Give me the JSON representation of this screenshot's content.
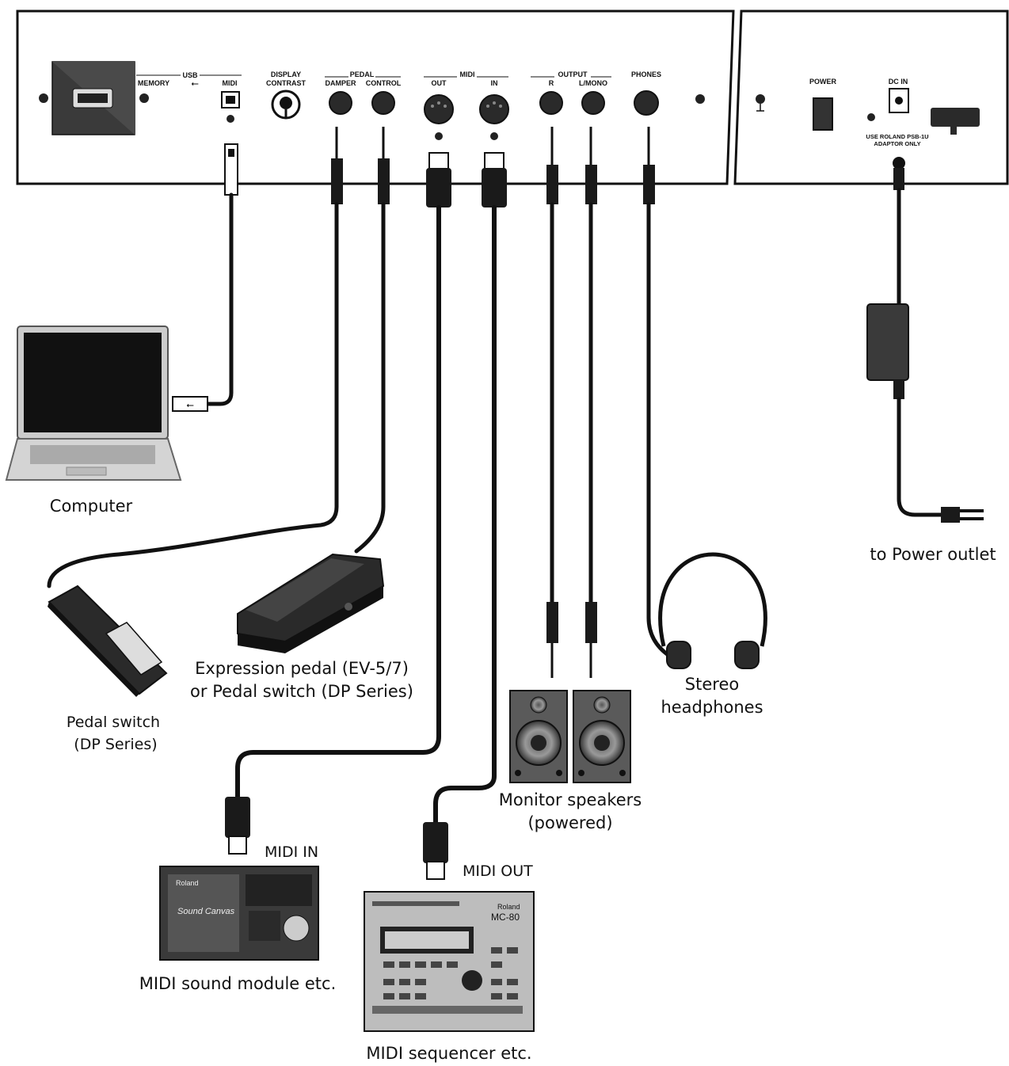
{
  "panel_labels": {
    "usb": "USB",
    "memory": "MEMORY",
    "usb_midi": "MIDI",
    "display_contrast_1": "DISPLAY",
    "display_contrast_2": "CONTRAST",
    "pedal": "PEDAL",
    "damper": "DAMPER",
    "control": "CONTROL",
    "midi": "MIDI",
    "midi_out": "OUT",
    "midi_in": "IN",
    "output": "OUTPUT",
    "output_r": "R",
    "output_l": "L/MONO",
    "phones": "PHONES",
    "power": "POWER",
    "dc_in": "DC IN",
    "adaptor_1": "USE ROLAND PSB-1U",
    "adaptor_2": "ADAPTOR ONLY"
  },
  "captions": {
    "computer": "Computer",
    "power_outlet": "to Power outlet",
    "expression_1": "Expression pedal (EV-5/7)",
    "expression_2": "or Pedal switch (DP Series)",
    "pedal_switch_1": "Pedal switch",
    "pedal_switch_2": "(DP Series)",
    "stereo_1": "Stereo",
    "stereo_2": "headphones",
    "monitor_1": "Monitor speakers",
    "monitor_2": "(powered)",
    "midi_in": "MIDI IN",
    "midi_out": "MIDI OUT",
    "sound_module": "MIDI sound module etc.",
    "sequencer": "MIDI sequencer etc."
  },
  "device_text": {
    "module_brand": "Roland",
    "module_name": "Sound Canvas",
    "seq_brand": "Roland",
    "seq_model": "MC-80"
  }
}
